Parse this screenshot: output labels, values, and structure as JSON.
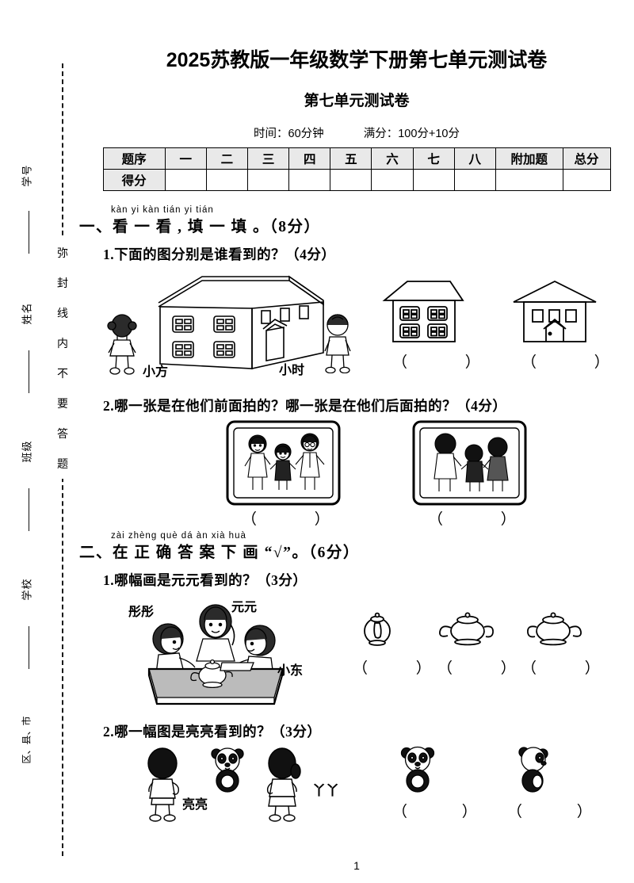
{
  "seal": {
    "labels": [
      "学号",
      "姓名",
      "班级",
      "学校",
      "区、县、市"
    ],
    "vertical_text": "弥封线内不要答题"
  },
  "header": {
    "doc_title": "2025苏教版一年级数学下册第七单元测试卷",
    "sub_title": "第七单元测试卷",
    "time_label": "时间：60分钟",
    "full_score_label": "满分：100分+10分"
  },
  "score_table": {
    "row_labels": [
      "题序",
      "得分"
    ],
    "columns": [
      "一",
      "二",
      "三",
      "四",
      "五",
      "六",
      "七",
      "八",
      "附加题",
      "总分"
    ],
    "scores": [
      "",
      "",
      "",
      "",
      "",
      "",
      "",
      "",
      "",
      ""
    ]
  },
  "sections": [
    {
      "pinyin": "kàn yi kàn   tián yi tián",
      "heading": "一、看 一 看 , 填 一 填 。（8分）",
      "questions": [
        {
          "text": "1.下面的图分别是谁看到的？（4分）",
          "figure_labels": [
            "小方",
            "小时"
          ],
          "answers": [
            "（          ）",
            "（          ）"
          ]
        },
        {
          "text": "2.哪一张是在他们前面拍的？哪一张是在他们后面拍的？（4分）",
          "answers": [
            "（          ）",
            "（          ）"
          ]
        }
      ]
    },
    {
      "pinyin": "zài zhèng què dá  àn  xià  huà",
      "heading": "二、在 正 确 答 案 下 画 “√”。（6分）",
      "questions": [
        {
          "text": "1.哪幅画是元元看到的？（3分）",
          "figure_labels": [
            "彤彤",
            "元元",
            "小东"
          ],
          "answers": [
            "（        ）",
            "（        ）",
            "（        ）"
          ]
        },
        {
          "text": "2.哪一幅图是亮亮看到的？（3分）",
          "figure_labels": [
            "亮亮",
            "丫丫"
          ],
          "answers": [
            "（         ）",
            "（         ）"
          ]
        }
      ]
    }
  ],
  "footer": {
    "page_number": "1"
  }
}
